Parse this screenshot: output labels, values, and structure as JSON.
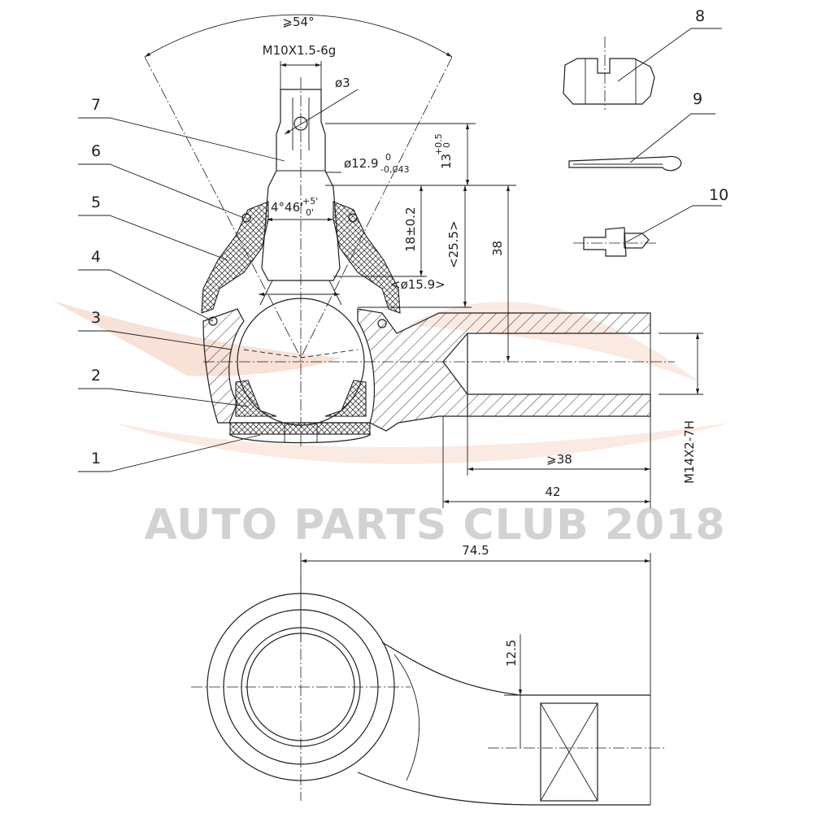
{
  "watermark": "AUTO PARTS CLUB 2018",
  "colors": {
    "line": "#1e1e1e",
    "watermark_text": "#d2d2d2",
    "watermark_swoosh": "#f3c9b4"
  },
  "dimensions": {
    "angle": "⩾54°",
    "thread": "M10X1.5-6g",
    "hole_dia": "ø3",
    "shank_dia": "ø12.9",
    "shank_tol_upper": "0",
    "shank_tol_lower": "-0,043",
    "taper": "4°46'",
    "taper_tol_upper": "+5'",
    "taper_tol_lower": "0'",
    "length_13": "13",
    "tol_13_upper": "+0.5",
    "tol_13_lower": "0",
    "length_18": "18±0.2",
    "length_25": "<25.5>",
    "dia_15": "<ø15.9>",
    "length_38": "38",
    "bore_thread": "M14X2-7H",
    "thread_depth": "⩾38",
    "length_42": "42",
    "overall_length": "74.5",
    "offset": "12.5"
  },
  "callouts": [
    "1",
    "2",
    "3",
    "4",
    "5",
    "6",
    "7",
    "8",
    "9",
    "10"
  ]
}
